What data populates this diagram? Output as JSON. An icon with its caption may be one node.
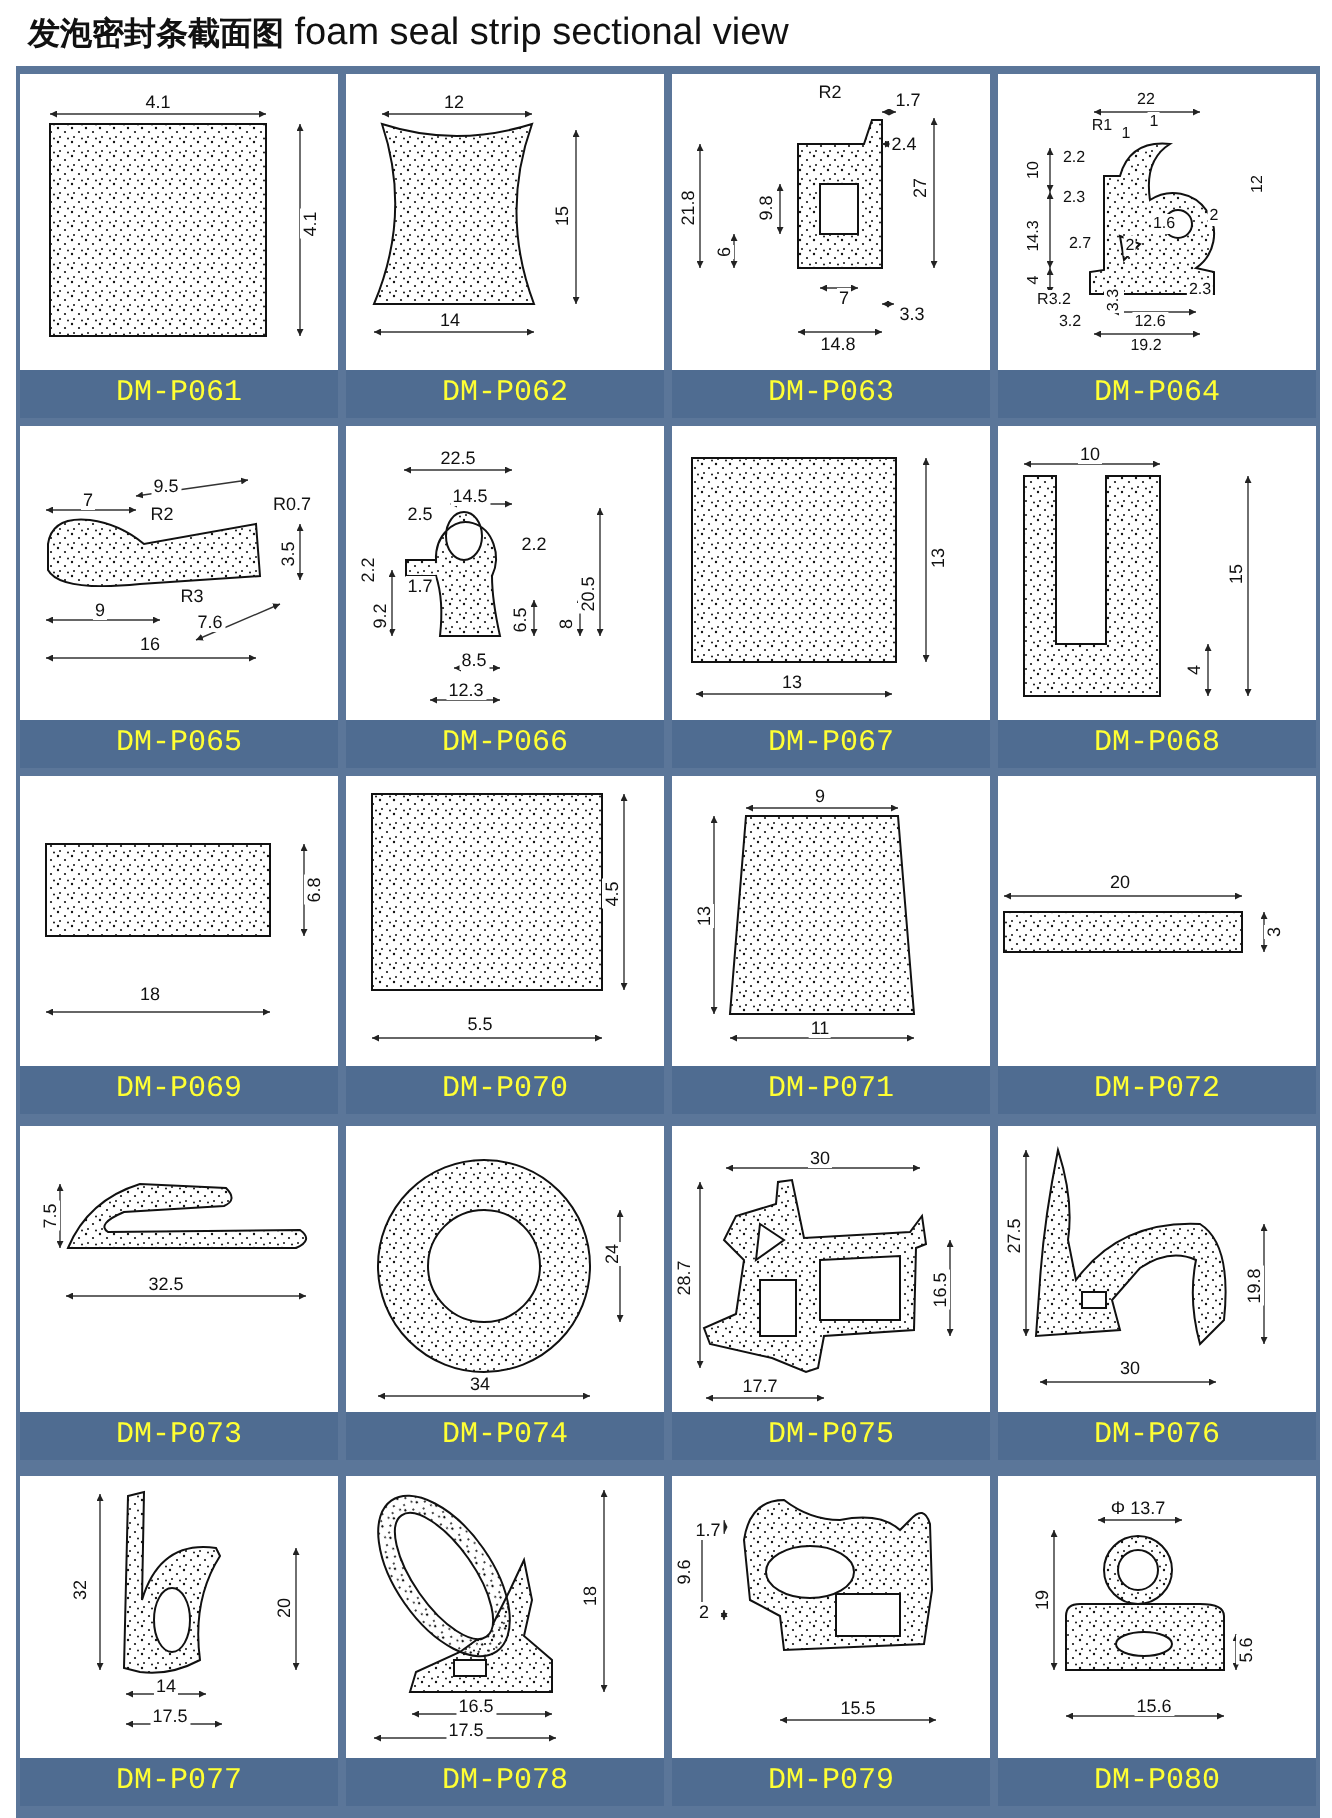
{
  "diagram": {
    "title": "**发泡密封条截面图** foam seal strip sectional view",
    "nodes": [
      {
        "text": [
          "DM-P061"
        ]
      },
      {
        "text": [
          "DM-P062"
        ]
      },
      {
        "text": [
          "DM-P063"
        ]
      },
      {
        "text": [
          "DM-P064"
        ]
      },
      {
        "text": [
          "DM-P065"
        ]
      },
      {
        "text": [
          "DM-P066"
        ]
      },
      {
        "text": [
          "DM-P067"
        ]
      },
      {
        "text": [
          "DM-P068"
        ]
      },
      {
        "text": [
          "DM-P069"
        ]
      },
      {
        "text": [
          "DM-P070"
        ]
      },
      {
        "text": [
          "DM-P071"
        ]
      },
      {
        "text": [
          "DM-P072"
        ]
      },
      {
        "text": [
          "DM-P073"
        ]
      },
      {
        "text": [
          "DM-P074"
        ]
      },
      {
        "text": [
          "DM-P075"
        ]
      },
      {
        "text": [
          "DM-P076"
        ]
      },
      {
        "text": [
          "DM-P077"
        ]
      },
      {
        "text": [
          "DM-P078"
        ]
      },
      {
        "text": [
          "DM-P079"
        ]
      },
      {
        "text": [
          "DM-P080"
        ]
      }
    ],
    "labels": [
      "4.1",
      "4.1",
      "12",
      "15",
      "14",
      "R2",
      "1.7",
      "2.4",
      "21.8",
      "9.8",
      "27",
      "6",
      "7",
      "3.3",
      "14.8",
      "22",
      "R1",
      "1",
      "1",
      "10",
      "2.2",
      "2.3",
      "12",
      "1.6",
      "2",
      "14.3",
      "2.7",
      "2",
      "4",
      "R3.2",
      "3.3",
      "2.3",
      "3.2",
      "12.6",
      "19.2",
      "7",
      "9.5",
      "R2",
      "R0.7",
      "3.5",
      "R3",
      "9",
      "7.6",
      "16",
      "22.5",
      "2.5",
      "14.5",
      "2.2",
      "20.5",
      "2.2",
      "1.7",
      "9.2",
      "6.5",
      "8",
      "8.5",
      "12.3",
      "13",
      "13",
      "10",
      "15",
      "4",
      "6.8",
      "18",
      "4.5",
      "5.5",
      "9",
      "13",
      "11",
      "20",
      "3",
      "7.5",
      "32.5",
      "24",
      "34",
      "30",
      "28.7",
      "16.5",
      "17.7",
      "27.5",
      "19.8",
      "30",
      "32",
      "20",
      "14",
      "17.5",
      "18",
      "16.5",
      "17.5",
      "1.7",
      "9.6",
      "2",
      "15.5",
      "Φ 13.7",
      "19",
      "5.6",
      "15.6"
    ]
  }
}
